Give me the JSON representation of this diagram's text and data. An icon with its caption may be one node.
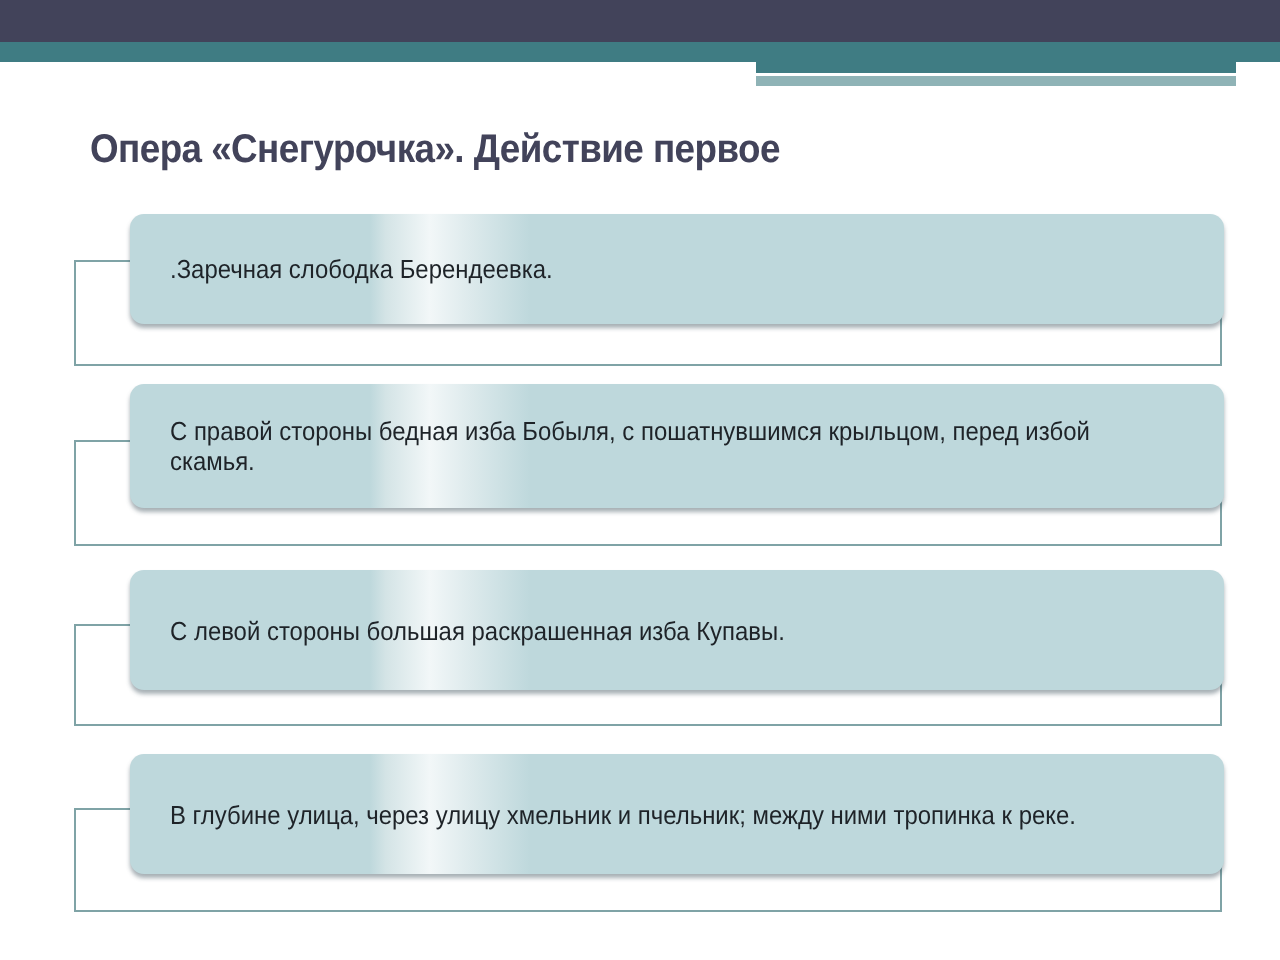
{
  "diagram": {
    "title": "Опера «Снегурочка». Действие первое",
    "nodes": [
      {
        "text": [
          ".Заречная слободка Берендеевка."
        ]
      },
      {
        "text": [
          "С правой стороны бедная изба Бобыля, с пошатнувшимся крыльцом, перед избой скамья."
        ]
      },
      {
        "text": [
          "С левой стороны большая раскрашенная изба Купавы."
        ]
      },
      {
        "text": [
          "В глубине улица, через улицу хмельник и пчельник; между ними тропинка к реке."
        ]
      }
    ]
  }
}
